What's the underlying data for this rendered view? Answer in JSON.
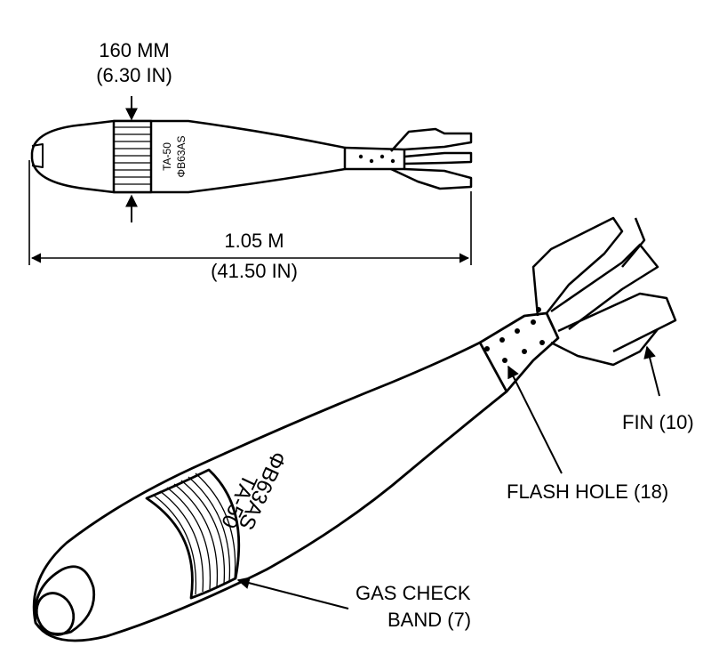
{
  "dimensions": {
    "diameter_metric": "160 MM",
    "diameter_imperial": "(6.30 IN)",
    "length_metric": "1.05 M",
    "length_imperial": "(41.50 IN)"
  },
  "markings": {
    "line1": "TA-50",
    "line2": "ΦB63AS"
  },
  "callouts": {
    "fin": "FIN (10)",
    "flash_hole": "FLASH HOLE (18)",
    "gas_check_line1": "GAS CHECK",
    "gas_check_line2": "BAND (7)"
  },
  "colors": {
    "ink": "#000000",
    "paper": "#ffffff"
  }
}
